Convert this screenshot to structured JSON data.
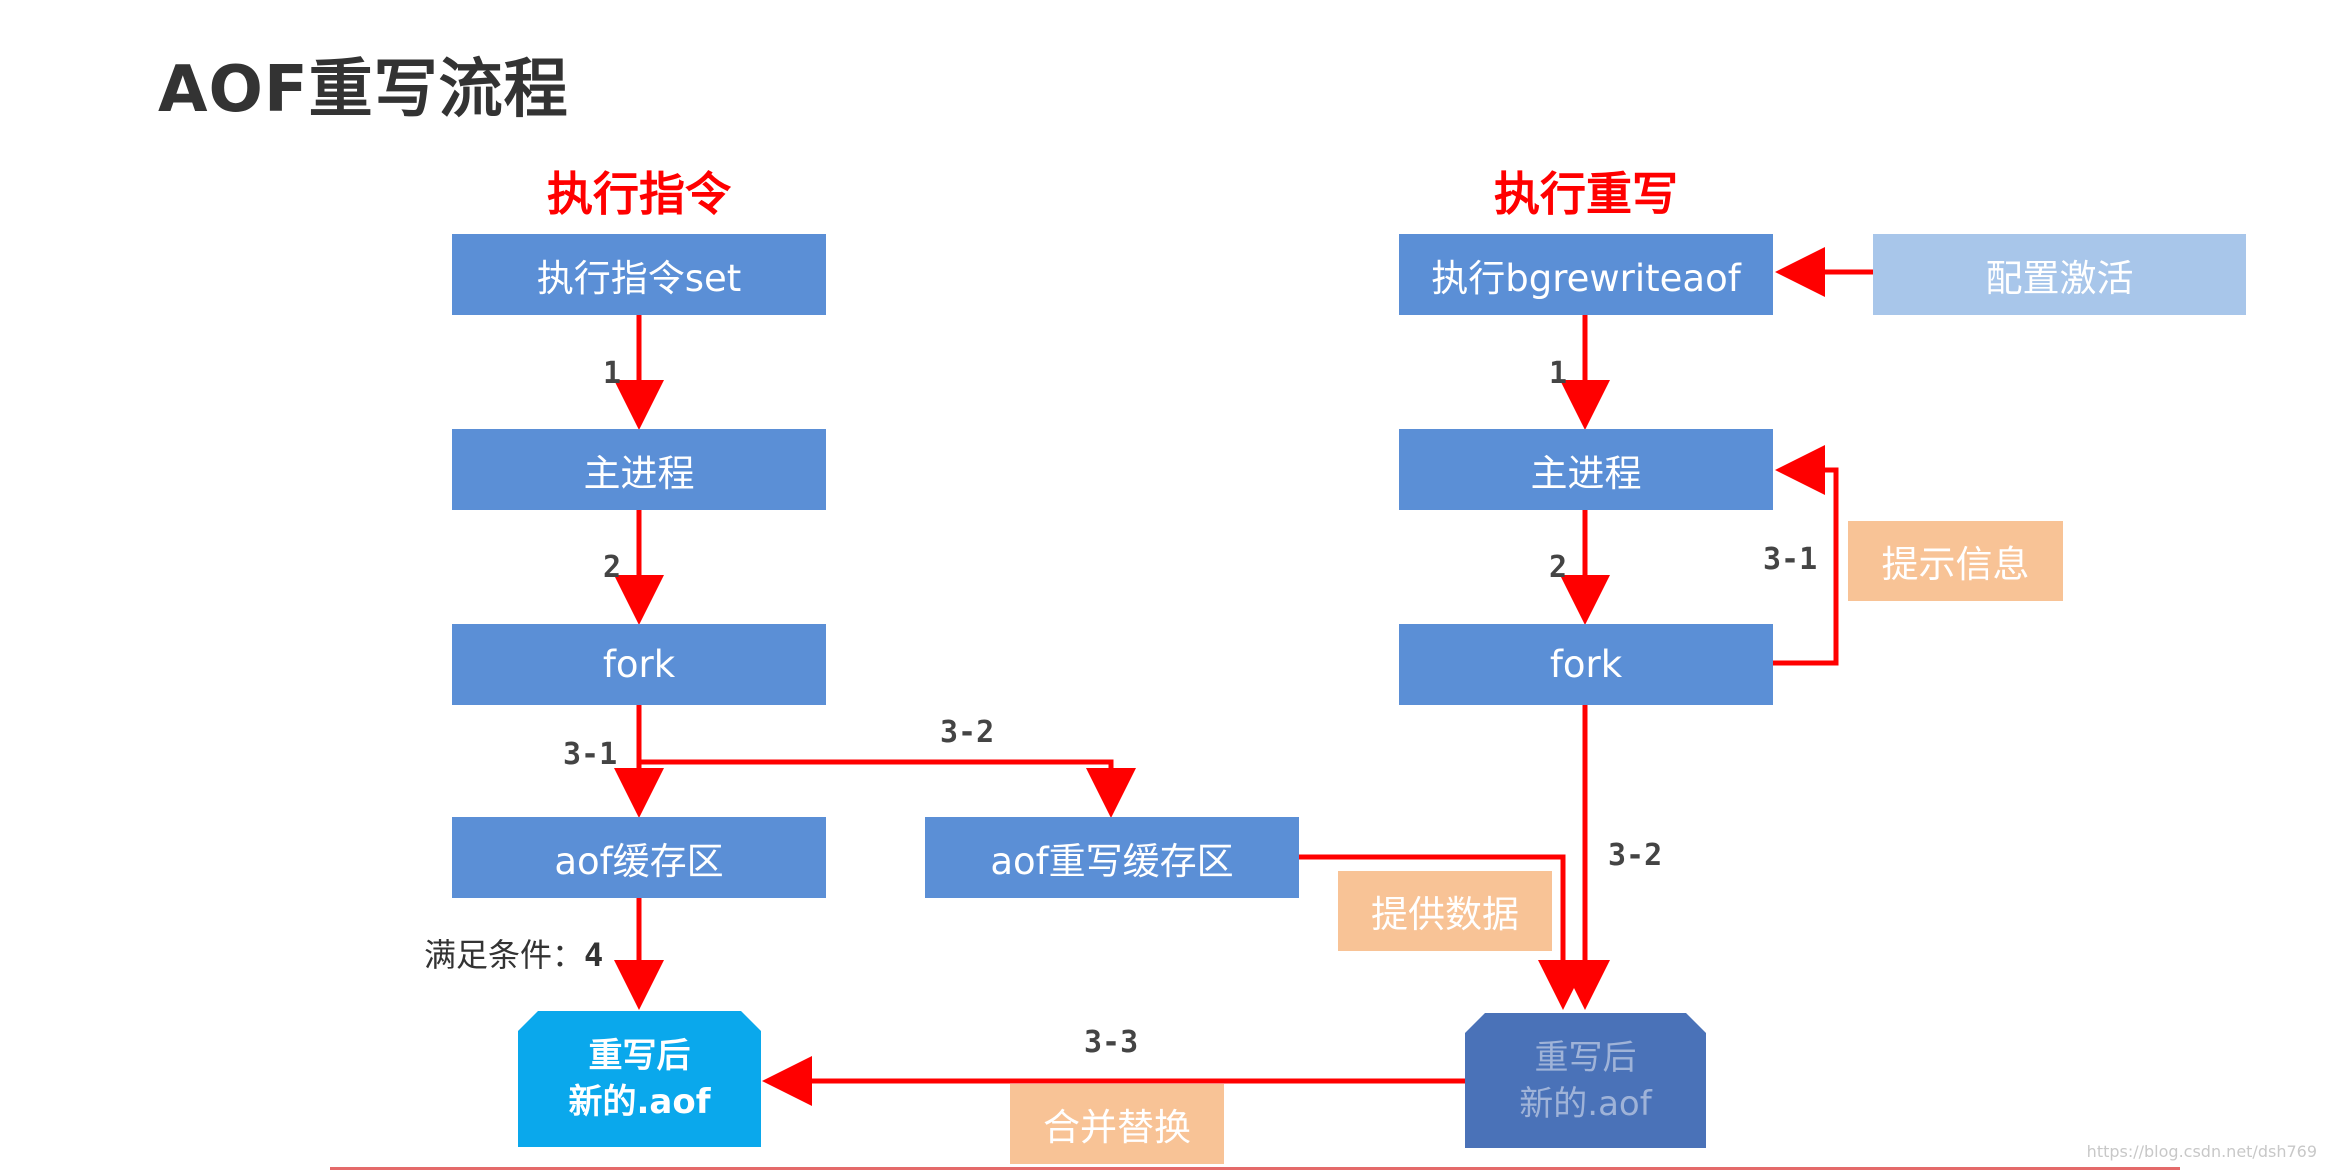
{
  "title": "AOF重写流程",
  "sections": {
    "left": "执行指令",
    "right": "执行重写"
  },
  "left_flow": {
    "set_cmd": "执行指令set",
    "main_process": "主进程",
    "fork": "fork",
    "aof_buffer": "aof缓存区",
    "rewrite_buffer": "aof重写缓存区",
    "old_file_line1": "重写后",
    "old_file_line2": "新的.aof",
    "condition_label": "满足条件：",
    "condition_num": "4"
  },
  "right_flow": {
    "bgrewrite": "执行bgrewriteaof",
    "config": "配置激活",
    "main_process": "主进程",
    "fork": "fork",
    "hint": "提示信息",
    "provide_data": "提供数据",
    "new_file_line1": "重写后",
    "new_file_line2": "新的.aof",
    "merge": "合并替换"
  },
  "steps": {
    "l1": "1",
    "l2": "2",
    "l31": "3-1",
    "l32": "3-2",
    "r1": "1",
    "r2": "2",
    "r31": "3-1",
    "r32": "3-2",
    "s33": "3-3"
  },
  "watermark": "https://blog.csdn.net/dsh769",
  "colors": {
    "box_blue": "#5b8fd6",
    "box_lightblue": "#a8c6ea",
    "box_orange": "#f8c396",
    "file_old": "#0aa8ec",
    "file_new": "#4a72b8",
    "arrow": "#ff0000",
    "section_title": "#ff0000"
  }
}
